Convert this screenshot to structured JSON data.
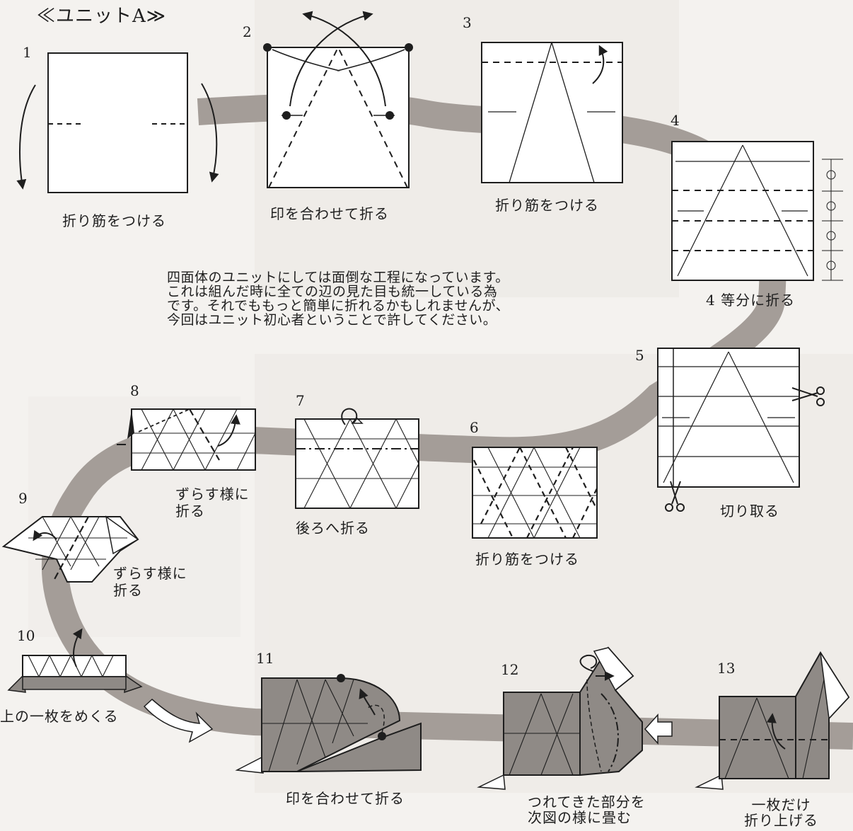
{
  "title": "≪ユニットA≫",
  "steps": [
    {
      "num": "1",
      "caption": "折り筋をつける"
    },
    {
      "num": "2",
      "caption": "印を合わせて折る"
    },
    {
      "num": "3",
      "caption": "折り筋をつける"
    },
    {
      "num": "4",
      "caption": "4 等分に折る"
    },
    {
      "num": "5",
      "caption": "切り取る"
    },
    {
      "num": "6",
      "caption": "折り筋をつける"
    },
    {
      "num": "7",
      "caption": "後ろへ折る"
    },
    {
      "num": "8",
      "caption_lines": [
        "ずらす様に",
        "折る"
      ]
    },
    {
      "num": "9",
      "caption_lines": [
        "ずらす様に",
        "折る"
      ]
    },
    {
      "num": "10",
      "caption": "上の一枚をめくる"
    },
    {
      "num": "11",
      "caption": "印を合わせて折る"
    },
    {
      "num": "12",
      "caption_lines": [
        "つれてきた部分を",
        "次図の様に畳む"
      ]
    },
    {
      "num": "13",
      "caption_lines": [
        "一枚だけ",
        "折り上げる"
      ]
    }
  ],
  "note": [
    "四面体のユニットにしては面倒な工程になっています。",
    "これは組んだ時に全ての辺の見た目も統一している為",
    "です。それでももっと簡単に折れるかもしれませんが、",
    "今回はユニット初心者ということで許してください。"
  ],
  "colors": {
    "background": "#f4f2ef",
    "path_band": "#a49d98",
    "paper": "#ffffff",
    "paper_shaded": "#8f8a86",
    "line": "#1e1e1e"
  }
}
